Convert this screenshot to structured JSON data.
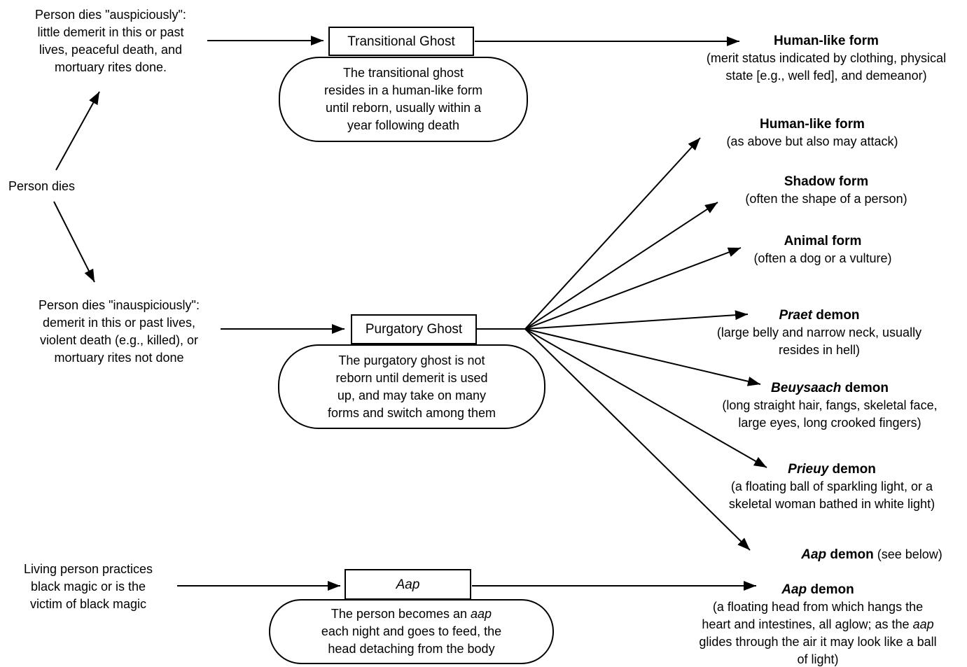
{
  "colors": {
    "ink": "#000000",
    "background": "#ffffff"
  },
  "causes": {
    "auspicious": [
      "Person dies \"auspiciously\":",
      "little demerit in this or past",
      "lives, peaceful death, and",
      "mortuary rites done."
    ],
    "person_dies": "Person dies",
    "inauspicious": [
      "Person dies \"inauspiciously\":",
      "demerit in this or past lives,",
      "violent death (e.g., killed), or",
      "mortuary rites not done"
    ],
    "black_magic": [
      "Living person practices",
      "black magic or is the",
      "victim of black magic"
    ]
  },
  "nodes": {
    "transitional": {
      "label": "Transitional Ghost",
      "note": [
        "The transitional ghost",
        "resides in a human-like form",
        "until reborn, usually within a",
        "year following death"
      ]
    },
    "purgatory": {
      "label": "Purgatory Ghost",
      "note": [
        "The purgatory ghost is not",
        "reborn until demerit is used",
        "up, and may take on many",
        "forms and switch among them"
      ]
    },
    "aap": {
      "label": "Aap",
      "note_line1_prefix": "The person becomes an ",
      "note_line1_italic": "aap",
      "note_line2": "each night and goes to feed, the",
      "note_line3": "head detaching from the body"
    }
  },
  "outcomes": {
    "human_top": {
      "title": "Human-like form",
      "desc": [
        "(merit status indicated by clothing, physical",
        "state [e.g., well fed], and demeanor)"
      ]
    },
    "human_attack": {
      "title": "Human-like form",
      "desc": [
        "(as above but also may attack)"
      ]
    },
    "shadow": {
      "title": "Shadow form",
      "desc": [
        "(often the shape of a person)"
      ]
    },
    "animal": {
      "title": "Animal form",
      "desc": [
        "(often a dog or a vulture)"
      ]
    },
    "praet": {
      "title_italic": "Praet",
      "title_rest": " demon",
      "desc": [
        "(large belly and narrow neck, usually",
        "resides in hell)"
      ]
    },
    "beuysaach": {
      "title_italic": "Beuysaach",
      "title_rest": " demon",
      "desc": [
        "(long straight hair, fangs, skeletal face,",
        "large eyes, long crooked fingers)"
      ]
    },
    "prieuy": {
      "title_italic": "Prieuy",
      "title_rest": " demon",
      "desc": [
        "(a floating ball of sparkling light, or a",
        "skeletal woman bathed in white light)"
      ]
    },
    "aap_see_below": {
      "title_italic": "Aap",
      "title_rest": " demon",
      "title_suffix": " (see below)"
    },
    "aap_final": {
      "title_italic": "Aap",
      "title_rest": " demon",
      "desc_line1": "(a floating head from which hangs the",
      "desc_line2_prefix": "heart and intestines, all aglow; as the ",
      "desc_line2_italic": "aap",
      "desc_line3": "glides through the air it may look like a ball",
      "desc_line4": "of light)"
    }
  }
}
